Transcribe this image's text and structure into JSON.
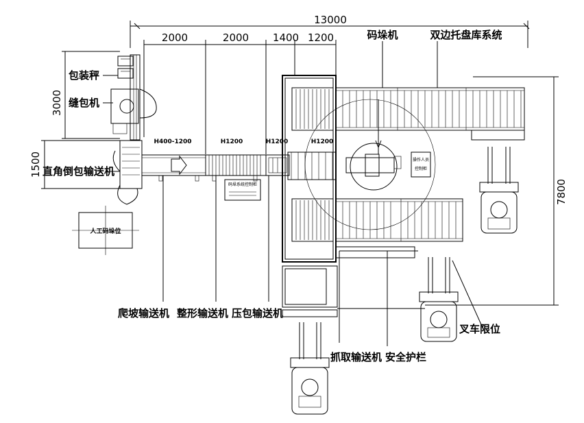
{
  "dimensions": {
    "total_width": "13000",
    "seg1": "2000",
    "seg2": "2000",
    "seg3": "1400",
    "seg4": "1200",
    "height_3000": "3000",
    "height_1500": "1500",
    "height_7800": "7800"
  },
  "heights": {
    "h1": "H400-1200",
    "h2": "H1200",
    "h3": "H1200",
    "h4": "H1200"
  },
  "labels": {
    "palletizer": "码垛机",
    "pallet_storage": "双边托盘库系统",
    "bagging_scale": "包装秤",
    "sewing_machine": "缝包机",
    "bag_turning_conveyor": "直角倒包输送机",
    "manual_placement": "人工码垛位",
    "climbing_conveyor": "爬坡输送机",
    "shaping_conveyor": "整形输送机",
    "pressing_conveyor": "压包输送机",
    "gripping_conveyor": "抓取输送机",
    "safety_fence": "安全护栏",
    "forklift_limit": "叉车限位",
    "control_cabinet": "码垛系统控制柜",
    "cabinet_small": "操作人员",
    "cabinet_small2": "控制柜"
  }
}
